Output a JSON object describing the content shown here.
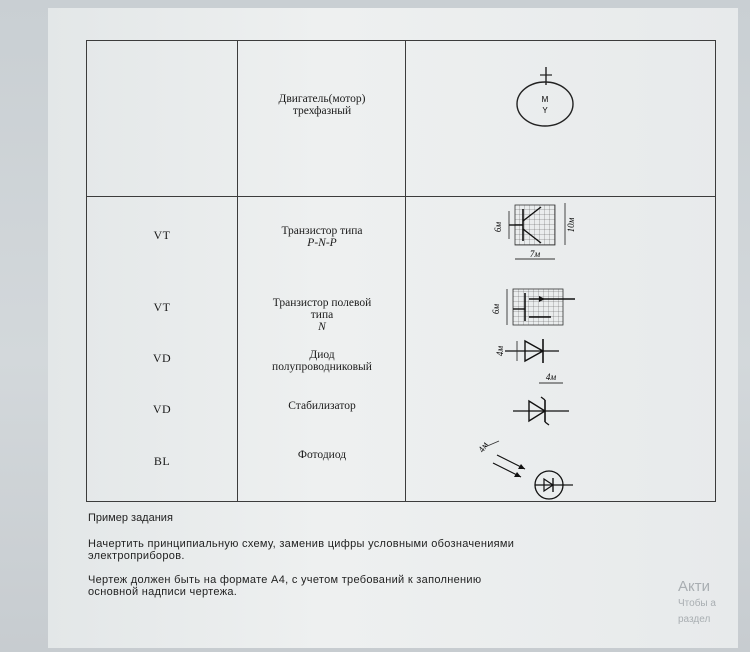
{
  "table": {
    "rows": [
      {
        "code": "",
        "name": [
          "Двигатель(мотор)",
          "трехфазный"
        ],
        "symbol": "motor-three-phase-icon",
        "symbol_text": [
          "М",
          "Y"
        ]
      },
      {
        "code": "VT",
        "name": [
          "Транзистор типа"
        ],
        "name_italic": "P-N-P",
        "symbol": "transistor-pnp-icon",
        "dims": [
          "6м",
          "10м",
          "7м"
        ]
      },
      {
        "code": "VT",
        "name": [
          "Транзистор полевой",
          "типа"
        ],
        "name_italic": "N",
        "symbol": "transistor-field-n-icon",
        "dims": [
          "6м"
        ]
      },
      {
        "code": "VD",
        "name": [
          "Диод",
          "полупроводниковый"
        ],
        "symbol": "diode-icon",
        "dims": [
          "4м",
          "4м"
        ]
      },
      {
        "code": "VD",
        "name": [
          "Стабилизатор"
        ],
        "symbol": "zener-stabilizer-icon"
      },
      {
        "code": "BL",
        "name": [
          "Фотодиод"
        ],
        "symbol": "photodiode-icon",
        "dims": [
          "4м"
        ]
      }
    ]
  },
  "caption": "Пример задания",
  "paragraphs": [
    [
      "Начертить  принципиальную  схему,  заменив  цифры  условными  обозначениями",
      "электроприборов."
    ],
    [
      "Чертеж должен быть на формате А4, с учетом требований к заполнению",
      "основной надписи чертежа."
    ]
  ],
  "watermark": [
    "Акти",
    "Чтобы а",
    "раздел"
  ]
}
